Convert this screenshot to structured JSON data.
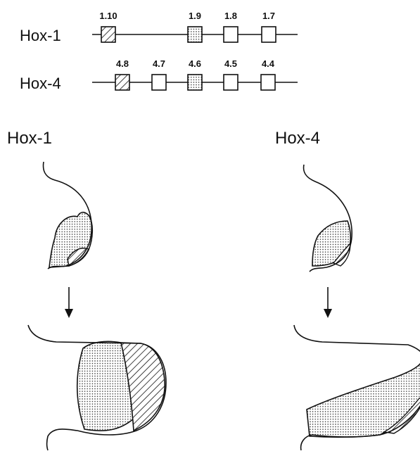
{
  "clusters": [
    {
      "id": "hox1",
      "name": "Hox-1",
      "genes": [
        {
          "label": "1.10",
          "pattern": "hatched"
        },
        {
          "label": "1.9",
          "pattern": "stippled"
        },
        {
          "label": "1.8",
          "pattern": "open"
        },
        {
          "label": "1.7",
          "pattern": "open"
        }
      ]
    },
    {
      "id": "hox4",
      "name": "Hox-4",
      "genes": [
        {
          "label": "4.8",
          "pattern": "hatched"
        },
        {
          "label": "4.7",
          "pattern": "open"
        },
        {
          "label": "4.6",
          "pattern": "stippled"
        },
        {
          "label": "4.5",
          "pattern": "open"
        },
        {
          "label": "4.4",
          "pattern": "open"
        }
      ]
    }
  ],
  "panels": {
    "left_title": "Hox-1",
    "right_title": "Hox-4"
  },
  "colors": {
    "ink": "#111111",
    "paper": "#ffffff"
  }
}
